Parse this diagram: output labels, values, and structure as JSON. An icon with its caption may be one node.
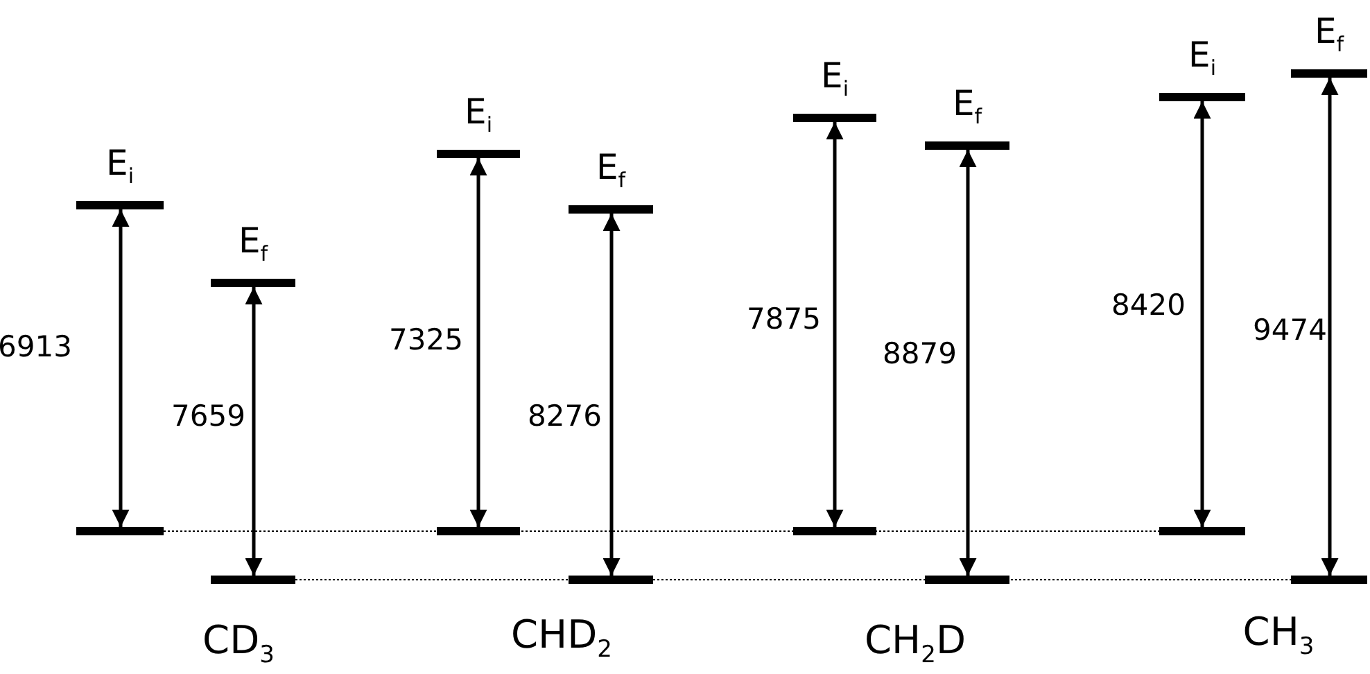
{
  "diagram": {
    "nodes": [
      {
        "text": [
          "E$_{i}$"
        ]
      },
      {
        "text": [],
        "shape": "bar"
      },
      {
        "text": [
          "E$_{f}$"
        ]
      },
      {
        "text": [],
        "shape": "bar"
      },
      {
        "text": [
          "E$_{i}$"
        ]
      },
      {
        "text": [],
        "shape": "bar"
      },
      {
        "text": [
          "E$_{f}$"
        ]
      },
      {
        "text": [],
        "shape": "bar"
      },
      {
        "text": [
          "E$_{i}$"
        ]
      },
      {
        "text": [],
        "shape": "bar"
      },
      {
        "text": [
          "E$_{f}$"
        ]
      },
      {
        "text": [],
        "shape": "bar"
      },
      {
        "text": [
          "E$_{i}$"
        ]
      },
      {
        "text": [],
        "shape": "bar"
      },
      {
        "text": [
          "E$_{f}$"
        ]
      },
      {
        "text": [],
        "shape": "bar"
      }
    ],
    "edges": [
      {
        "from": 1,
        "to": 0,
        "arrow": "both",
        "label": "6913"
      },
      {
        "from": 3,
        "to": 2,
        "arrow": "both",
        "label": "7659"
      },
      {
        "from": 5,
        "to": 4,
        "arrow": "both",
        "label": "7325"
      },
      {
        "from": 7,
        "to": 6,
        "arrow": "both",
        "label": "8276"
      },
      {
        "from": 9,
        "to": 8,
        "arrow": "both",
        "label": "7875"
      },
      {
        "from": 11,
        "to": 10,
        "arrow": "both",
        "label": "8879"
      },
      {
        "from": 13,
        "to": 12,
        "arrow": "both",
        "label": "8420"
      },
      {
        "from": 15,
        "to": 14,
        "arrow": "both",
        "label": "9474"
      },
      {
        "from": 1,
        "to": 13,
        "arrow": "none",
        "style": "dashed"
      },
      {
        "from": 3,
        "to": 15,
        "arrow": "none",
        "style": "dashed"
      }
    ],
    "labels": [
      "CD$_{3}$",
      "CHD$_{2}$",
      "CH$_{2}$D",
      "CH$_{3}$"
    ]
  }
}
